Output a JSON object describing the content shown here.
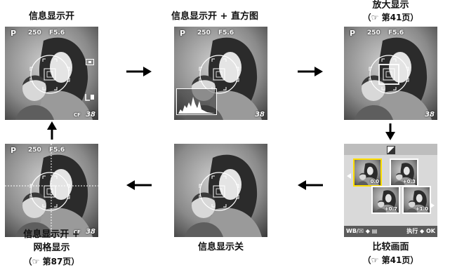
{
  "panels": {
    "info_on": {
      "label": "信息显示开"
    },
    "info_hist": {
      "label": "信息显示开 + 直方图"
    },
    "zoom": {
      "label": "放大显示",
      "ref": "（☞ 第41页）"
    },
    "compare": {
      "label": "比较画面",
      "ref": "（☞ 第41页）",
      "bottom_left": "WB/☒ ◆ ▤",
      "bottom_right": "执行 ◆ OK",
      "values": [
        "0.0",
        "+0.3",
        "+0.7",
        "+1.0"
      ]
    },
    "info_off": {
      "label": "信息显示关"
    },
    "grid": {
      "label": "信息显示开 +",
      "label2": "网格显示",
      "ref": "（☞ 第87页）"
    }
  },
  "hud": {
    "mode": "P",
    "shutter": "250",
    "aperture": "F5.6",
    "count": "38",
    "media": "CF"
  },
  "colors": {
    "screen_bg": "#8c8c8c",
    "arrow": "#000000",
    "grid": "#ffffff"
  },
  "icons": [
    "arrow-right-icon",
    "arrow-down-icon",
    "arrow-left-icon",
    "arrow-up-icon",
    "exposure-icon"
  ]
}
